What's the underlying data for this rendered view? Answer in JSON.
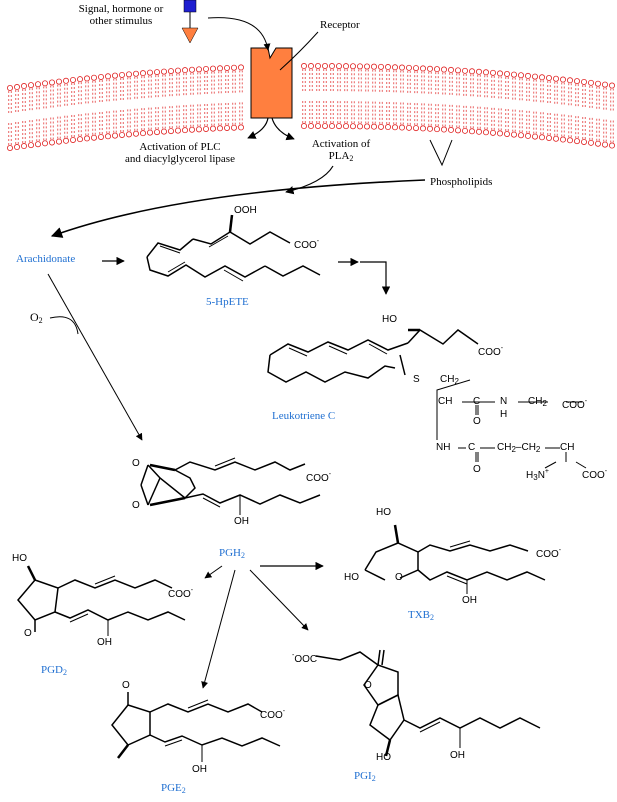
{
  "labels": {
    "stimulus_line1": "Signal, hormone or",
    "stimulus_line2": "other stimulus",
    "receptor": "Receptor",
    "plc_line1": "Activation of PLC",
    "plc_line2": "and diacylglycerol lipase",
    "pla2_line1": "Activation of",
    "pla2_prefix": "PLA",
    "pla2_sub": "2",
    "phospholipids": "Phospholipids",
    "arachidonate": "Arachidonate",
    "o2": "O",
    "o2_sub": "2",
    "hpete": "5-HpETE",
    "leukotriene": "Leukotriene C",
    "pgh": "PGH",
    "pgh_sub": "2",
    "txb": "TXB",
    "txb_sub": "2",
    "pgd": "PGD",
    "pgd_sub": "2",
    "pge": "PGE",
    "pge_sub": "2",
    "pgi": "PGI",
    "pgi_sub": "2"
  },
  "atoms": {
    "ooh": "OOH",
    "coo": "COO",
    "minus": "-",
    "oh": "OH",
    "ho": "HO",
    "o": "O",
    "s": "S",
    "ch2": "CH",
    "ch": "CH",
    "c": "C",
    "n": "N",
    "nh": "NH",
    "h": "H",
    "h3n": "H",
    "sub2": "2",
    "sub3": "3",
    "plus": "+",
    "ch2ch2": "CH",
    "ooc_left": "OOC"
  },
  "colors": {
    "membrane": "#e02020",
    "receptor": "#ff7f3f",
    "stimulus_square": "#1f1fd0",
    "stimulus_triangle": "#ff7f3f",
    "label_blue": "#1f6fd1"
  }
}
